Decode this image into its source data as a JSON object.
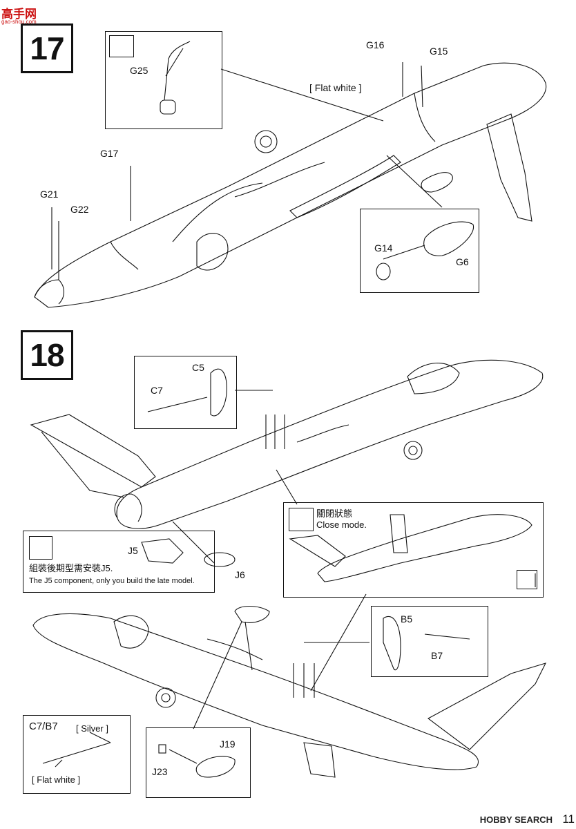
{
  "watermark": {
    "site_cn": "高手网",
    "site_url": "gao-shou.com"
  },
  "step17": {
    "number": "17",
    "paint_note": "[ Flat white ]",
    "parts": {
      "g25": "G25",
      "g17": "G17",
      "g21": "G21",
      "g22": "G22",
      "g16": "G16",
      "g15": "G15",
      "g14": "G14",
      "g6": "G6"
    }
  },
  "step18": {
    "number": "18",
    "parts": {
      "c5": "C5",
      "c7": "C7",
      "j5": "J5",
      "j6": "J6",
      "b5": "B5",
      "b7": "B7",
      "j19": "J19",
      "j23": "J23"
    },
    "note": {
      "text_cn": "組裝後期型需安裝J5.",
      "text_en": "The J5 component, only you build the late model."
    },
    "close_mode": {
      "text_cn": "關閉狀態",
      "text_en": "Close mode."
    },
    "paint_detail": {
      "title": "C7/B7",
      "silver": "[ Silver ]",
      "flat_white": "[ Flat white ]"
    }
  },
  "footer": {
    "brand": "HOBBY SEARCH",
    "page": "11"
  },
  "colors": {
    "ink": "#111111",
    "watermark": "#cc1111",
    "paper": "#ffffff"
  }
}
